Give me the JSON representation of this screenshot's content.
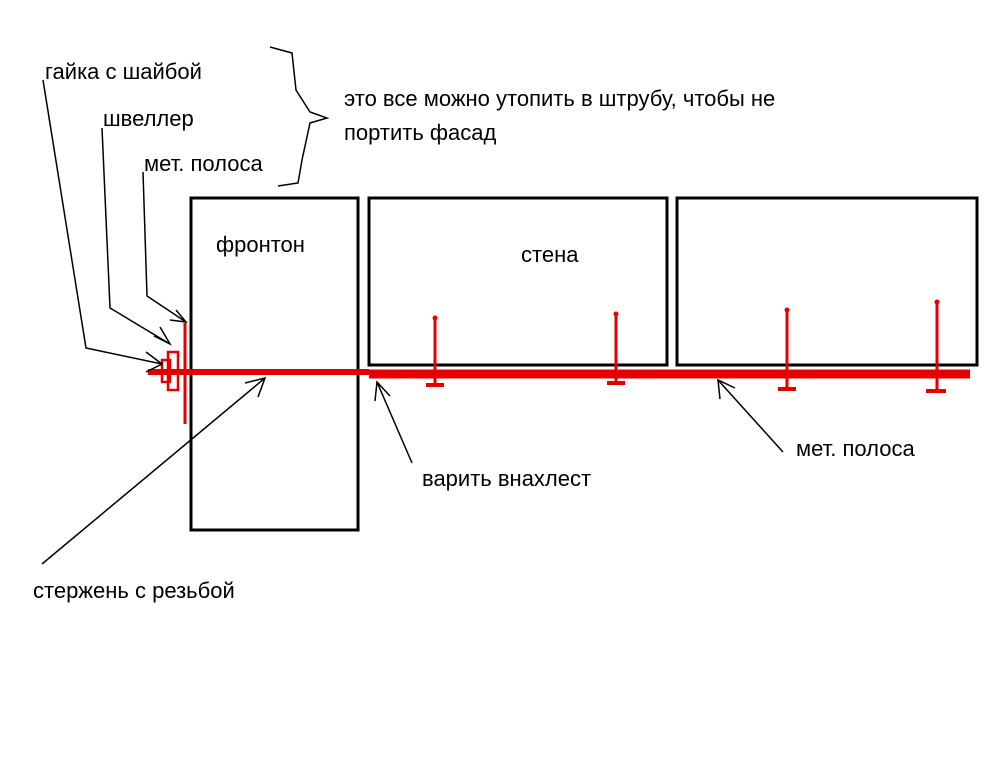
{
  "labels": {
    "nut_washer": "гайка с шайбой",
    "channel": "швеллер",
    "metal_strip_top": "мет. полоса",
    "recess_note_line1": "это все можно утопить в штрубу, чтобы не",
    "recess_note_line2": "портить фасад",
    "gable": "фронтон",
    "wall": "стена",
    "threaded_rod": "стержень с резьбой",
    "weld_overlap": "варить внахлест",
    "metal_strip_bottom": "мет. полоса"
  },
  "colors": {
    "outline": "#000000",
    "steel": "#e50000",
    "background": "#ffffff"
  }
}
